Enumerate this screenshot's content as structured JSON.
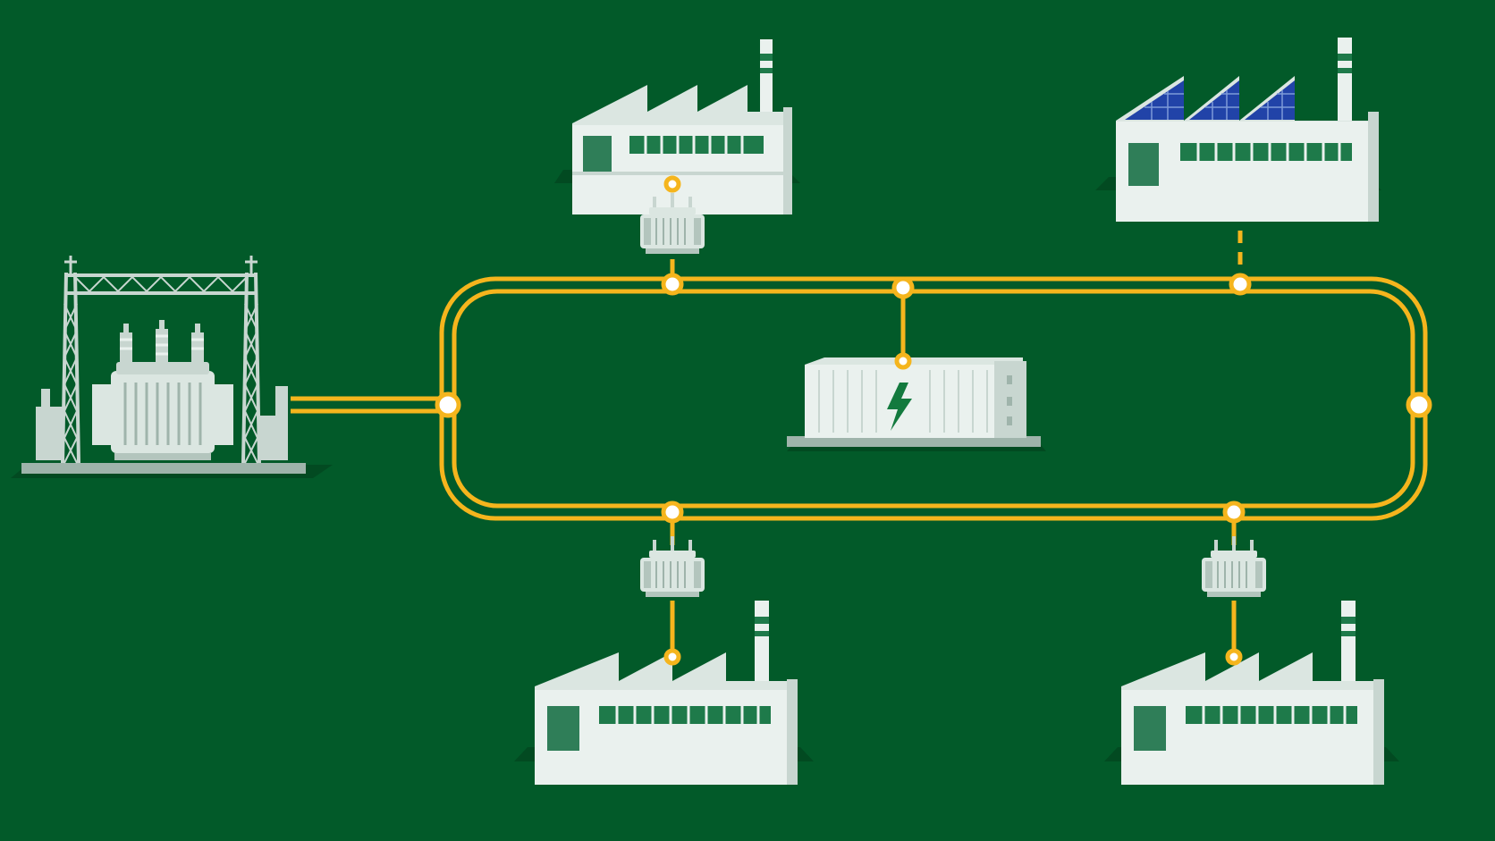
{
  "colors": {
    "background": "#025a29",
    "line": "#f5b51d",
    "node_fill": "#ffffff",
    "building_front": "#eaf1ee",
    "building_side": "#c8d6d0",
    "building_roof": "#dbe6e1",
    "building_shade": "#b3c5bd",
    "window": "#1e7a4a",
    "door": "#2f7e58",
    "ground_shadow": "#024a21",
    "solar_panel": "#2143a8",
    "solar_grid": "#7d9bd8",
    "bolt": "#137a3e"
  },
  "icons": {
    "substation": "substation-icon",
    "factory": "factory-icon",
    "solar_factory": "solar-factory-icon",
    "transformer": "transformer-icon",
    "battery": "battery-container-icon",
    "bolt": "lightning-bolt-icon"
  },
  "components": {
    "substation": {
      "kind": "substation"
    },
    "battery": {
      "kind": "battery-storage"
    },
    "factories": [
      {
        "id": "top-left",
        "kind": "factory",
        "solar": false,
        "transformer": true
      },
      {
        "id": "top-right",
        "kind": "factory",
        "solar": true,
        "transformer": false,
        "link": "dashed"
      },
      {
        "id": "bottom-left",
        "kind": "factory",
        "solar": false,
        "transformer": true
      },
      {
        "id": "bottom-right",
        "kind": "factory",
        "solar": false,
        "transformer": true
      }
    ]
  }
}
